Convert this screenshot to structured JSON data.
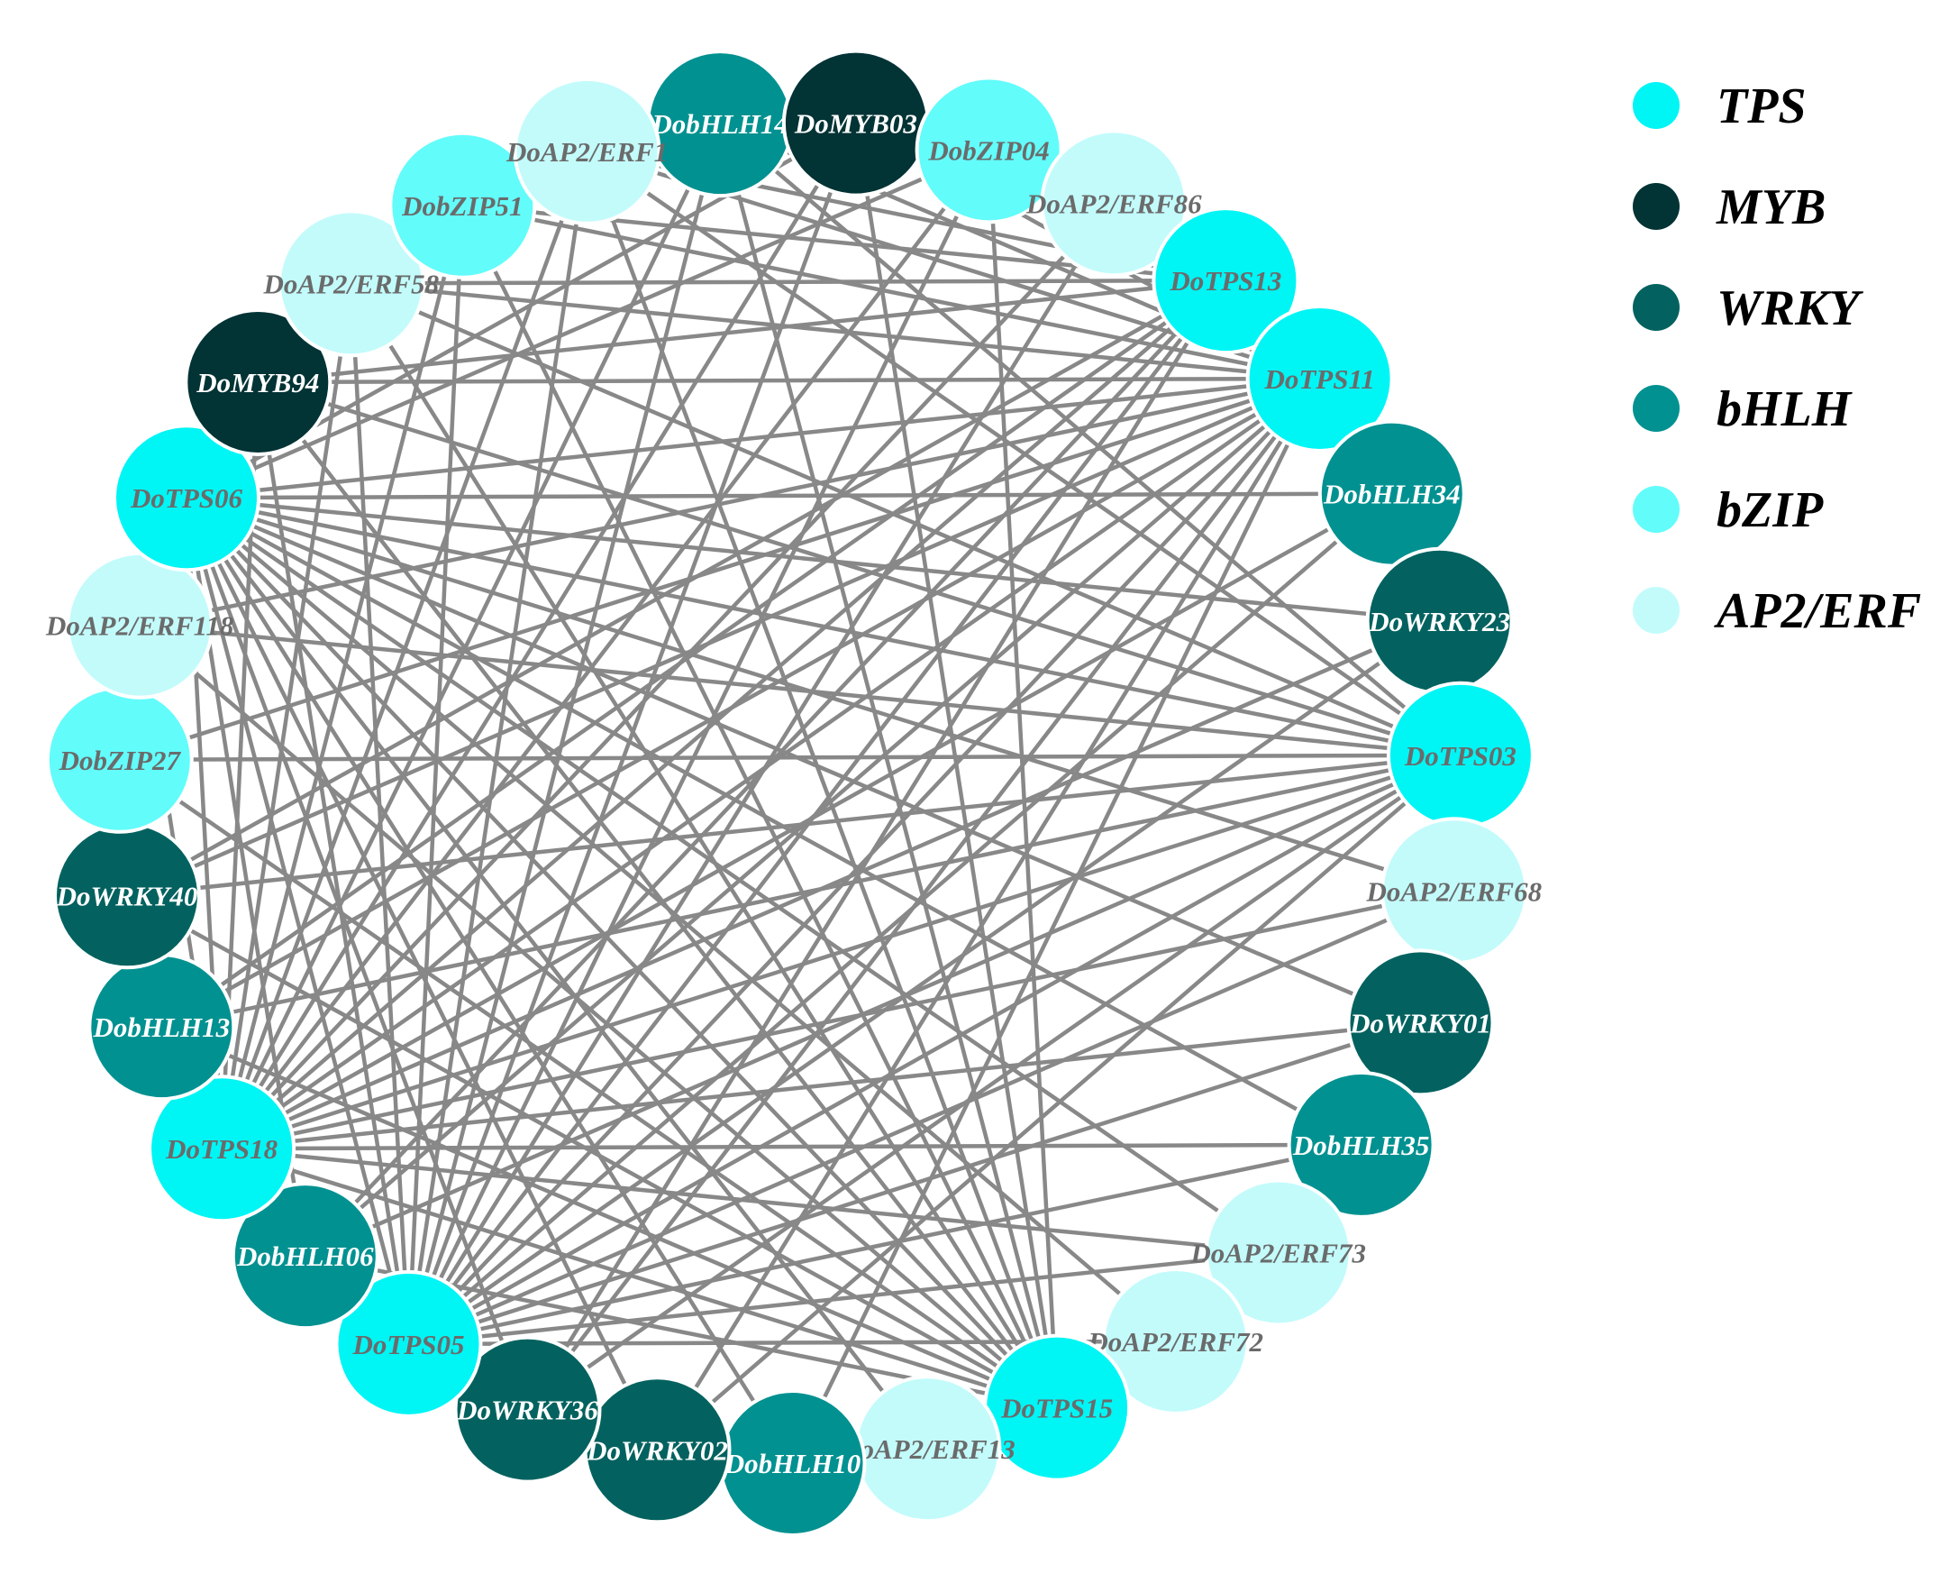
{
  "colors": {
    "TPS": "#00f5f5",
    "MYB": "#023335",
    "WRKY": "#03625f",
    "bHLH": "#029191",
    "bZIP": "#62fcfb",
    "AP2/ERF": "#c3fbfb",
    "edge": "#888888",
    "light_text": "#ffffff",
    "dark_text": "#6b6b6b"
  },
  "legend": [
    {
      "family": "TPS",
      "label": "TPS"
    },
    {
      "family": "MYB",
      "label": "MYB"
    },
    {
      "family": "WRKY",
      "label": "WRKY"
    },
    {
      "family": "bHLH",
      "label": "bHLH"
    },
    {
      "family": "bZIP",
      "label": "bZIP"
    },
    {
      "family": "AP2/ERF",
      "label": "AP2/ERF"
    }
  ],
  "nodes": [
    {
      "id": "DobHLH14",
      "label": "DobHLH14",
      "family": "bHLH"
    },
    {
      "id": "DoMYB03",
      "label": "DoMYB03",
      "family": "MYB"
    },
    {
      "id": "DobZIP04",
      "label": "DobZIP04",
      "family": "bZIP"
    },
    {
      "id": "DoAP2/ERF86",
      "label": "DoAP2/ERF86",
      "family": "AP2/ERF"
    },
    {
      "id": "DoTPS13",
      "label": "DoTPS13",
      "family": "TPS"
    },
    {
      "id": "DoTPS11",
      "label": "DoTPS11",
      "family": "TPS"
    },
    {
      "id": "DobHLH34",
      "label": "DobHLH34",
      "family": "bHLH"
    },
    {
      "id": "DoWRKY23",
      "label": "DoWRKY23",
      "family": "WRKY"
    },
    {
      "id": "DoTPS03",
      "label": "DoTPS03",
      "family": "TPS"
    },
    {
      "id": "DoAP2/ERF68",
      "label": "DoAP2/ERF68",
      "family": "AP2/ERF"
    },
    {
      "id": "DoWRKY01",
      "label": "DoWRKY01",
      "family": "WRKY"
    },
    {
      "id": "DobHLH35",
      "label": "DobHLH35",
      "family": "bHLH"
    },
    {
      "id": "DoAP2/ERF73",
      "label": "DoAP2/ERF73",
      "family": "AP2/ERF"
    },
    {
      "id": "DoAP2/ERF72",
      "label": "DoAP2/ERF72",
      "family": "AP2/ERF"
    },
    {
      "id": "DoTPS15",
      "label": "DoTPS15",
      "family": "TPS"
    },
    {
      "id": "DoAP2/ERF13",
      "label": "DoAP2/ERF13",
      "family": "AP2/ERF"
    },
    {
      "id": "DobHLH10",
      "label": "DobHLH10",
      "family": "bHLH"
    },
    {
      "id": "DoWRKY02",
      "label": "DoWRKY02",
      "family": "WRKY"
    },
    {
      "id": "DoWRKY36",
      "label": "DoWRKY36",
      "family": "WRKY"
    },
    {
      "id": "DoTPS05",
      "label": "DoTPS05",
      "family": "TPS"
    },
    {
      "id": "DobHLH06",
      "label": "DobHLH06",
      "family": "bHLH"
    },
    {
      "id": "DoTPS18",
      "label": "DoTPS18",
      "family": "TPS"
    },
    {
      "id": "DobHLH13",
      "label": "DobHLH13",
      "family": "bHLH"
    },
    {
      "id": "DoWRKY40",
      "label": "DoWRKY40",
      "family": "WRKY"
    },
    {
      "id": "DobZIP27",
      "label": "DobZIP27",
      "family": "bZIP"
    },
    {
      "id": "DoAP2/ERF118",
      "label": "DoAP2/ERF118",
      "family": "AP2/ERF"
    },
    {
      "id": "DoTPS06",
      "label": "DoTPS06",
      "family": "TPS"
    },
    {
      "id": "DoMYB94",
      "label": "DoMYB94",
      "family": "MYB"
    },
    {
      "id": "DoAP2/ERF58",
      "label": "DoAP2/ERF58",
      "family": "AP2/ERF"
    },
    {
      "id": "DobZIP51",
      "label": "DobZIP51",
      "family": "bZIP"
    },
    {
      "id": "DoAP2/ERF1",
      "label": "DoAP2/ERF1",
      "family": "AP2/ERF"
    }
  ],
  "edges": [
    [
      "DoTPS06",
      "DoTPS11"
    ],
    [
      "DoTPS06",
      "DobHLH34"
    ],
    [
      "DoTPS06",
      "DoWRKY23"
    ],
    [
      "DoTPS06",
      "DoTPS03"
    ],
    [
      "DoTPS06",
      "DoAP2/ERF68"
    ],
    [
      "DoTPS06",
      "DoWRKY01"
    ],
    [
      "DoTPS06",
      "DobHLH35"
    ],
    [
      "DoTPS06",
      "DoAP2/ERF73"
    ],
    [
      "DoTPS06",
      "DoAP2/ERF72"
    ],
    [
      "DoTPS06",
      "DoTPS15"
    ],
    [
      "DoTPS06",
      "DoAP2/ERF13"
    ],
    [
      "DoTPS06",
      "DobHLH10"
    ],
    [
      "DoTPS06",
      "DoWRKY02"
    ],
    [
      "DoTPS06",
      "DoWRKY36"
    ],
    [
      "DoTPS06",
      "DoTPS05"
    ],
    [
      "DoTPS06",
      "DobHLH06"
    ],
    [
      "DoTPS06",
      "DoTPS18"
    ],
    [
      "DoTPS06",
      "DoMYB03"
    ],
    [
      "DoTPS06",
      "DobZIP04"
    ],
    [
      "DoTPS18",
      "DoAP2/ERF58"
    ],
    [
      "DoTPS18",
      "DoMYB94"
    ],
    [
      "DoTPS18",
      "DobZIP51"
    ],
    [
      "DoTPS18",
      "DoAP2/ERF1"
    ],
    [
      "DoTPS18",
      "DobHLH14"
    ],
    [
      "DoTPS18",
      "DoMYB03"
    ],
    [
      "DoTPS18",
      "DobZIP04"
    ],
    [
      "DoTPS18",
      "DoAP2/ERF86"
    ],
    [
      "DoTPS18",
      "DoTPS13"
    ],
    [
      "DoTPS18",
      "DoTPS11"
    ],
    [
      "DoTPS18",
      "DobHLH34"
    ],
    [
      "DoTPS18",
      "DoWRKY23"
    ],
    [
      "DoTPS18",
      "DoTPS03"
    ],
    [
      "DoTPS18",
      "DoAP2/ERF68"
    ],
    [
      "DoTPS18",
      "DoWRKY01"
    ],
    [
      "DoTPS18",
      "DobHLH35"
    ],
    [
      "DoTPS18",
      "DoAP2/ERF73"
    ],
    [
      "DoTPS18",
      "DoTPS15"
    ],
    [
      "DoTPS18",
      "DoAP2/ERF118"
    ],
    [
      "DoTPS11",
      "DoMYB94"
    ],
    [
      "DoTPS11",
      "DoAP2/ERF58"
    ],
    [
      "DoTPS11",
      "DobZIP51"
    ],
    [
      "DoTPS11",
      "DoAP2/ERF1"
    ],
    [
      "DoTPS11",
      "DobHLH14"
    ],
    [
      "DoTPS11",
      "DoMYB03"
    ],
    [
      "DoTPS11",
      "DobZIP27"
    ],
    [
      "DoTPS11",
      "DoAP2/ERF118"
    ],
    [
      "DoTPS11",
      "DoWRKY40"
    ],
    [
      "DoTPS11",
      "DobHLH13"
    ],
    [
      "DoTPS11",
      "DobHLH06"
    ],
    [
      "DoTPS11",
      "DoTPS05"
    ],
    [
      "DoTPS11",
      "DoWRKY36"
    ],
    [
      "DoTPS11",
      "DoWRKY02"
    ],
    [
      "DoTPS11",
      "DobHLH10"
    ],
    [
      "DoTPS13",
      "DoMYB94"
    ],
    [
      "DoTPS13",
      "DoAP2/ERF58"
    ],
    [
      "DoTPS13",
      "DobZIP51"
    ],
    [
      "DoTPS13",
      "DoAP2/ERF1"
    ],
    [
      "DoTPS13",
      "DobHLH13"
    ],
    [
      "DoTPS13",
      "DobHLH06"
    ],
    [
      "DoTPS13",
      "DoTPS05"
    ],
    [
      "DoTPS13",
      "DoWRKY36"
    ],
    [
      "DoTPS13",
      "DoWRKY40"
    ],
    [
      "DoTPS03",
      "DoMYB94"
    ],
    [
      "DoTPS03",
      "DobZIP27"
    ],
    [
      "DoTPS03",
      "DoWRKY40"
    ],
    [
      "DoTPS03",
      "DobHLH13"
    ],
    [
      "DoTPS03",
      "DobHLH06"
    ],
    [
      "DoTPS03",
      "DoTPS05"
    ],
    [
      "DoTPS03",
      "DoWRKY36"
    ],
    [
      "DoTPS03",
      "DoWRKY02"
    ],
    [
      "DoTPS03",
      "DoAP2/ERF58"
    ],
    [
      "DoTPS03",
      "DoAP2/ERF1"
    ],
    [
      "DoTPS03",
      "DobHLH14"
    ],
    [
      "DoTPS03",
      "DoAP2/ERF118"
    ],
    [
      "DoTPS15",
      "DoMYB94"
    ],
    [
      "DoTPS15",
      "DoAP2/ERF58"
    ],
    [
      "DoTPS15",
      "DobZIP51"
    ],
    [
      "DoTPS15",
      "DoAP2/ERF1"
    ],
    [
      "DoTPS15",
      "DobHLH14"
    ],
    [
      "DoTPS15",
      "DoMYB03"
    ],
    [
      "DoTPS15",
      "DobZIP04"
    ],
    [
      "DoTPS15",
      "DoAP2/ERF118"
    ],
    [
      "DoTPS15",
      "DobZIP27"
    ],
    [
      "DoTPS15",
      "DoWRKY40"
    ],
    [
      "DoTPS15",
      "DobHLH13"
    ],
    [
      "DoTPS15",
      "DobHLH06"
    ],
    [
      "DoTPS05",
      "DoMYB94"
    ],
    [
      "DoTPS05",
      "DoAP2/ERF58"
    ],
    [
      "DoTPS05",
      "DobZIP51"
    ],
    [
      "DoTPS05",
      "DoAP2/ERF1"
    ],
    [
      "DoTPS05",
      "DobHLH14"
    ],
    [
      "DoTPS05",
      "DoMYB03"
    ],
    [
      "DoTPS05",
      "DobZIP04"
    ],
    [
      "DoTPS05",
      "DoAP2/ERF86"
    ],
    [
      "DoTPS05",
      "DobHLH34"
    ],
    [
      "DoTPS05",
      "DoWRKY23"
    ],
    [
      "DoTPS05",
      "DoAP2/ERF68"
    ],
    [
      "DoTPS05",
      "DoWRKY01"
    ],
    [
      "DoTPS05",
      "DobHLH35"
    ],
    [
      "DoTPS05",
      "DoAP2/ERF73"
    ],
    [
      "DoTPS05",
      "DoAP2/ERF72"
    ]
  ]
}
